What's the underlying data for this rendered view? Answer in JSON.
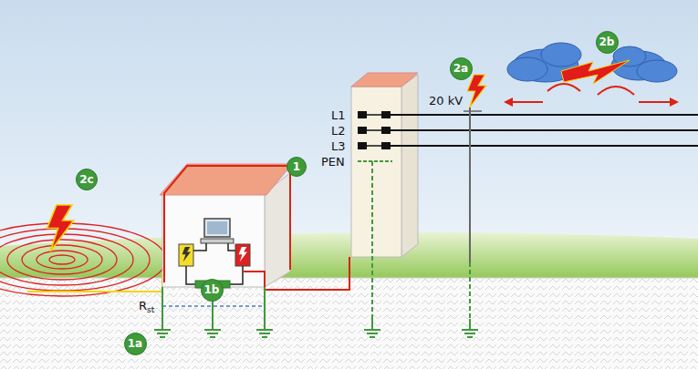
{
  "diagram": {
    "nodes": [
      {
        "text": [
          "2b"
        ]
      },
      {
        "text": [
          "2a"
        ]
      },
      {
        "text": [
          "1"
        ]
      },
      {
        "text": [
          "2c"
        ]
      },
      {
        "text": [
          "1b"
        ]
      },
      {
        "text": [
          "1a"
        ]
      }
    ],
    "edges": [],
    "labels": [
      "L1",
      "L2",
      "L3",
      "PEN",
      "20 kV",
      "R",
      "st"
    ]
  }
}
